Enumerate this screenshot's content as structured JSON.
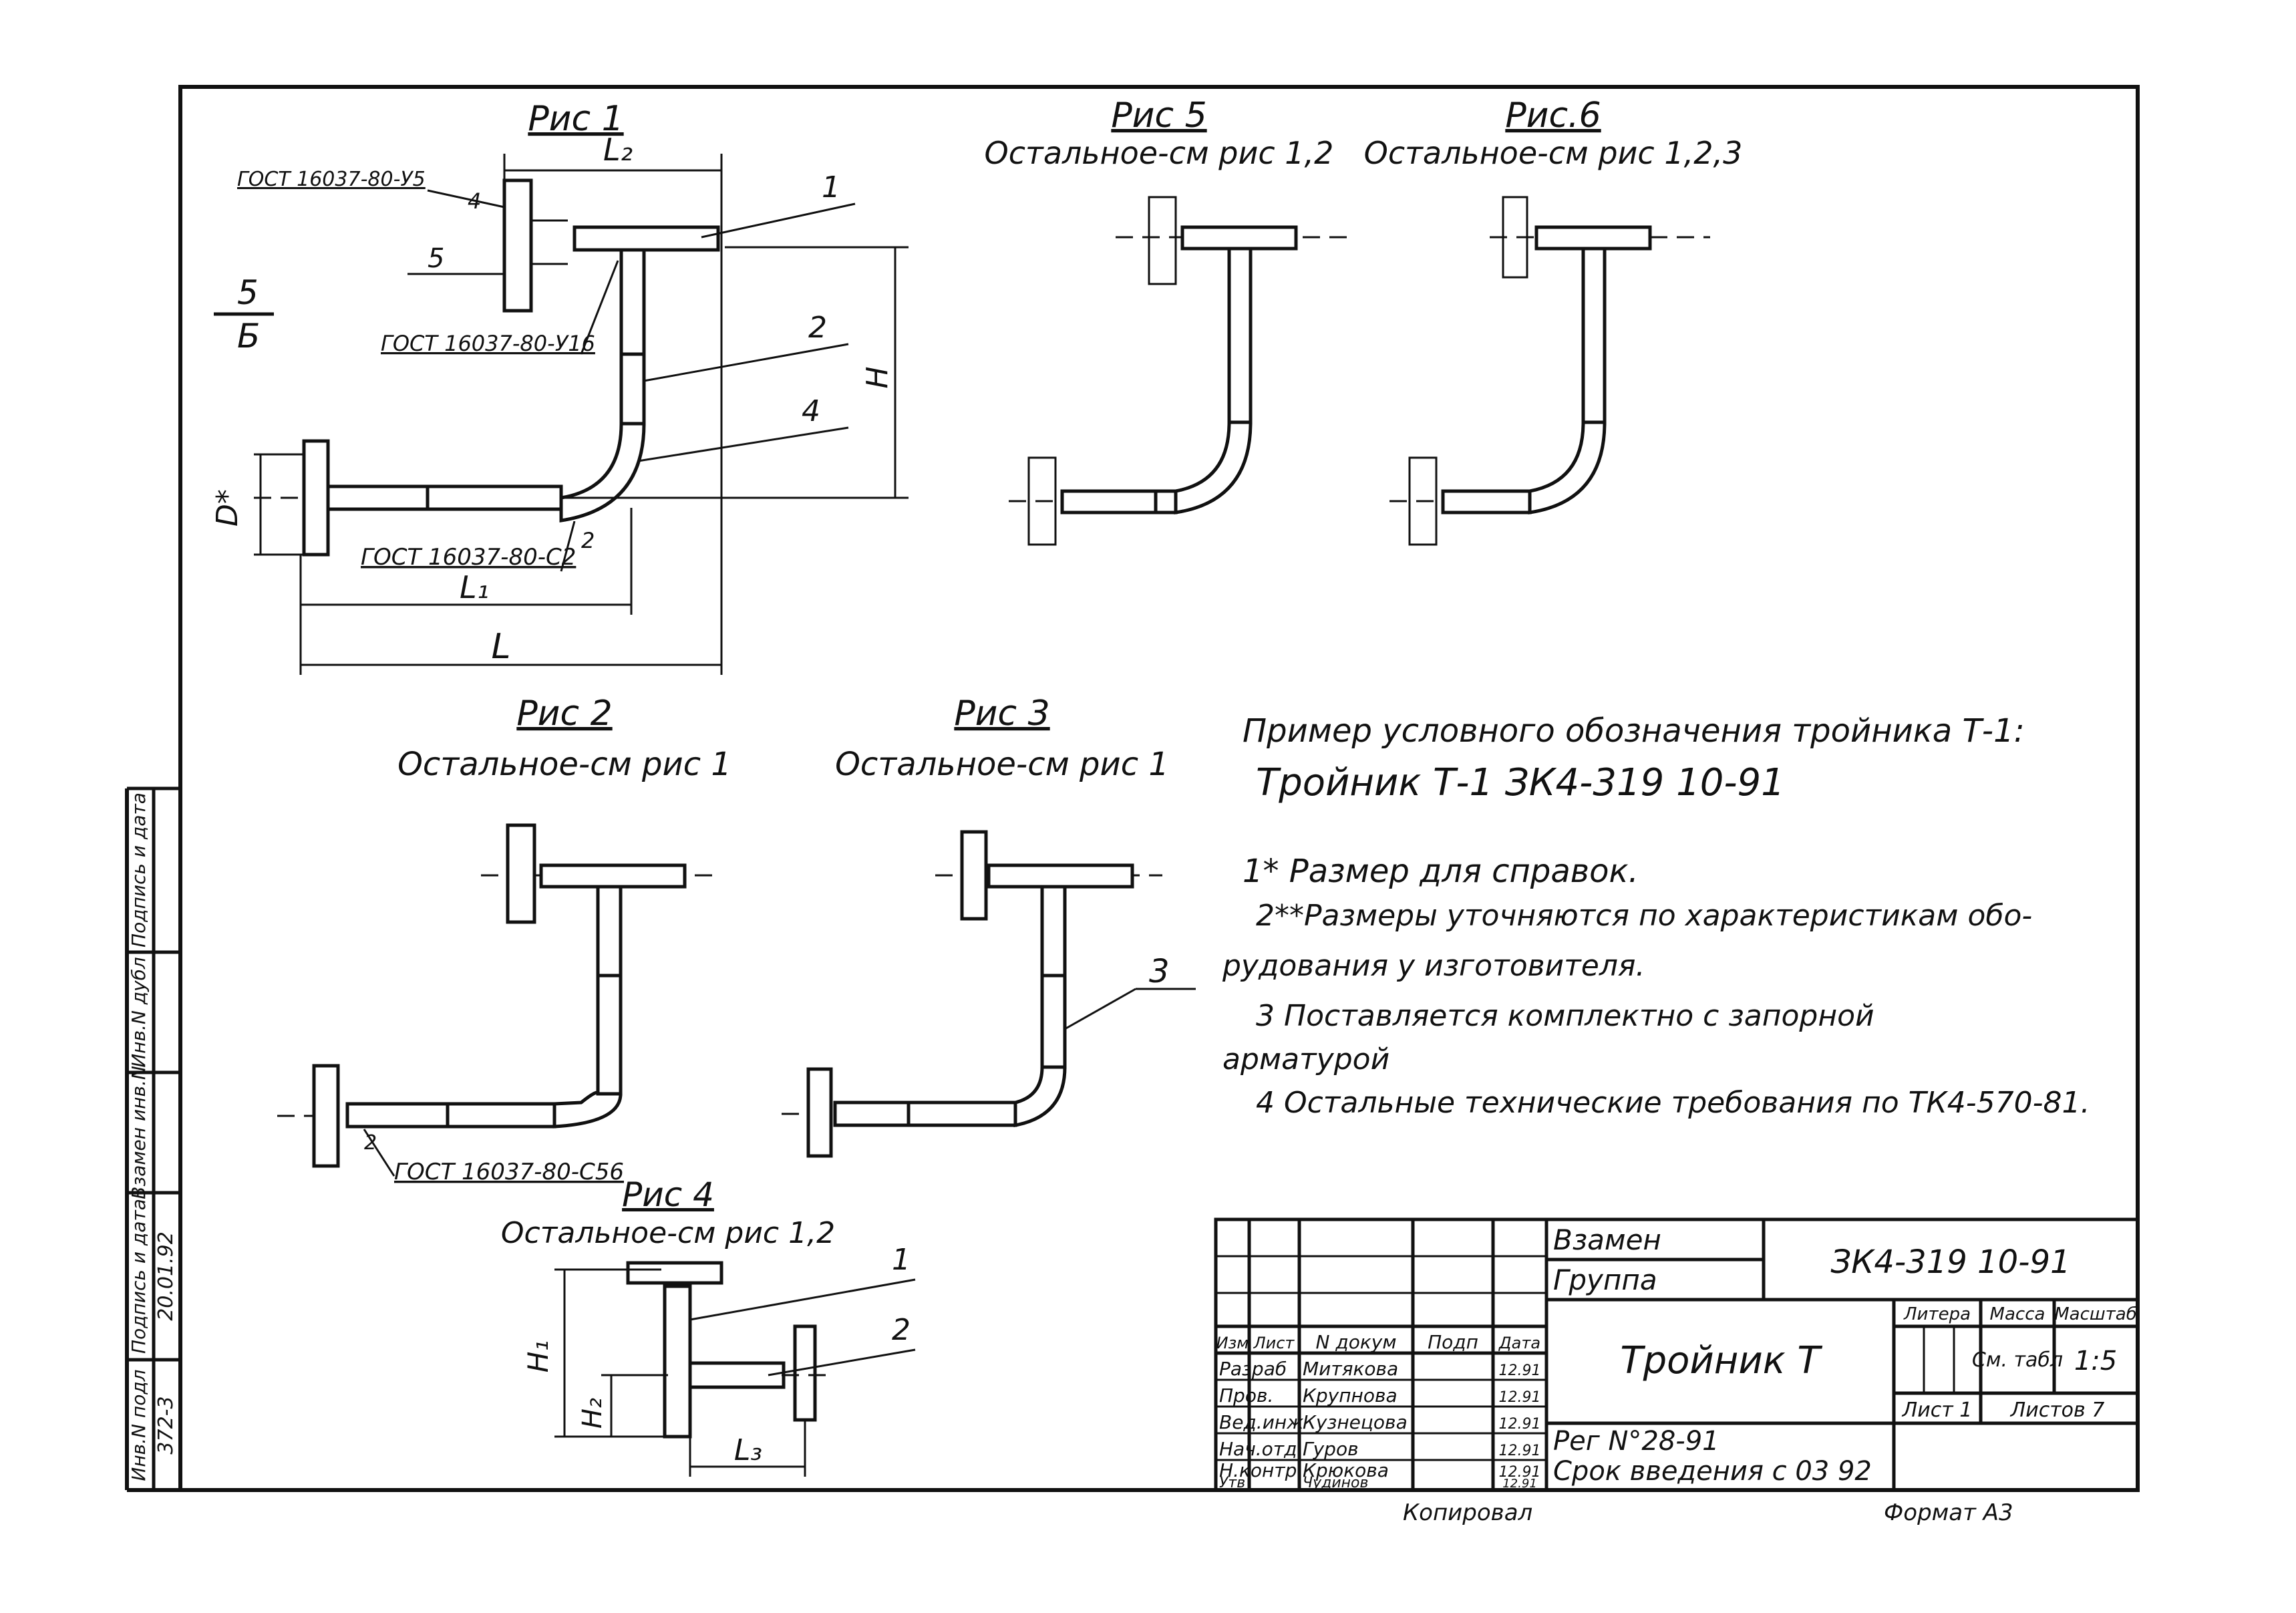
{
  "figures": {
    "fig1": {
      "title": "Рис 1",
      "dims": {
        "l2": "L₂",
        "h": "H",
        "d": "D*",
        "l1": "L₁",
        "l": "L"
      },
      "gost_top": "ГОСТ 16037-80-У5",
      "gost_mid": "ГОСТ 16037-80-У16",
      "gost_bottom": "ГОСТ 16037-80-С2",
      "pos": {
        "p1": "1",
        "p2": "2",
        "p4": "4",
        "p4b": "4",
        "p5": "5",
        "p2b": "2"
      },
      "section": {
        "top": "5",
        "bottom": "Б"
      }
    },
    "fig2": {
      "title": "Рис 2",
      "note": "Остальное-см рис 1",
      "gost": "ГОСТ 16037-80-С56",
      "pos": "2"
    },
    "fig3": {
      "title": "Рис 3",
      "note": "Остальное-см рис 1",
      "pos": "3"
    },
    "fig4": {
      "title": "Рис 4",
      "note": "Остальное-см рис 1,2",
      "dims": {
        "h1": "H₁",
        "h2": "H₂",
        "l3": "L₃"
      },
      "pos": {
        "p1": "1",
        "p2": "2"
      }
    },
    "fig5": {
      "title": "Рис 5",
      "note": "Остальное-см рис 1,2"
    },
    "fig6": {
      "title": "Рис.6",
      "note": "Остальное-см рис 1,2,3"
    }
  },
  "notes": {
    "example_heading": "Пример условного обозначения тройника Т-1:",
    "example_value": "Тройник Т-1 ЗК4-319 10-91",
    "n1": "1* Размер для справок.",
    "n2a": "2**Размеры уточняются по характеристикам обо-",
    "n2b": "рудования у изготовителя.",
    "n3a": "3 Поставляется комплектно с запорной",
    "n3b": "арматурой",
    "n4": "4 Остальные технические требования по ТК4-570-81."
  },
  "side_stamp": {
    "cells": [
      "Инв.N подл",
      "Подпись и дата",
      "Взамен инв.N",
      "Инв.N дубл",
      "Подпись и дата"
    ],
    "values": {
      "inv": "372-3",
      "date": "20.01.92"
    }
  },
  "title_block": {
    "replaces": "Взамен",
    "group": "Группа",
    "doc_number": "ЗК4-319 10-91",
    "name": "Тройник Т",
    "reg": "Рег N°28-91",
    "effective": "Срок введения с 03 92",
    "headers": {
      "izm": "Изм",
      "list": "Лист",
      "ndoc": "N докум",
      "sign": "Подп",
      "date": "Дата"
    },
    "roles": [
      {
        "role": "Разраб",
        "name": "Митякова",
        "date": "12.91"
      },
      {
        "role": "Пров.",
        "name": "Крупнова",
        "date": "12.91"
      },
      {
        "role": "Вед.инж",
        "name": "Кузнецова",
        "date": "12.91"
      },
      {
        "role": "Нач.отд",
        "name": "Гуров",
        "date": "12.91"
      },
      {
        "role": "Н.контр",
        "name": "Крюкова",
        "date": "12.91"
      },
      {
        "role": "Утв",
        "name": "Чудинов",
        "date": "12.91"
      }
    ],
    "litera_label": "Литера",
    "mass_label": "Масса",
    "scale_label": "Масштаб",
    "mass_value": "См. табл",
    "scale_value": "1:5",
    "sheet": "Лист 1",
    "sheets": "Листов 7",
    "copied": "Копировал",
    "format": "Формат А3"
  }
}
